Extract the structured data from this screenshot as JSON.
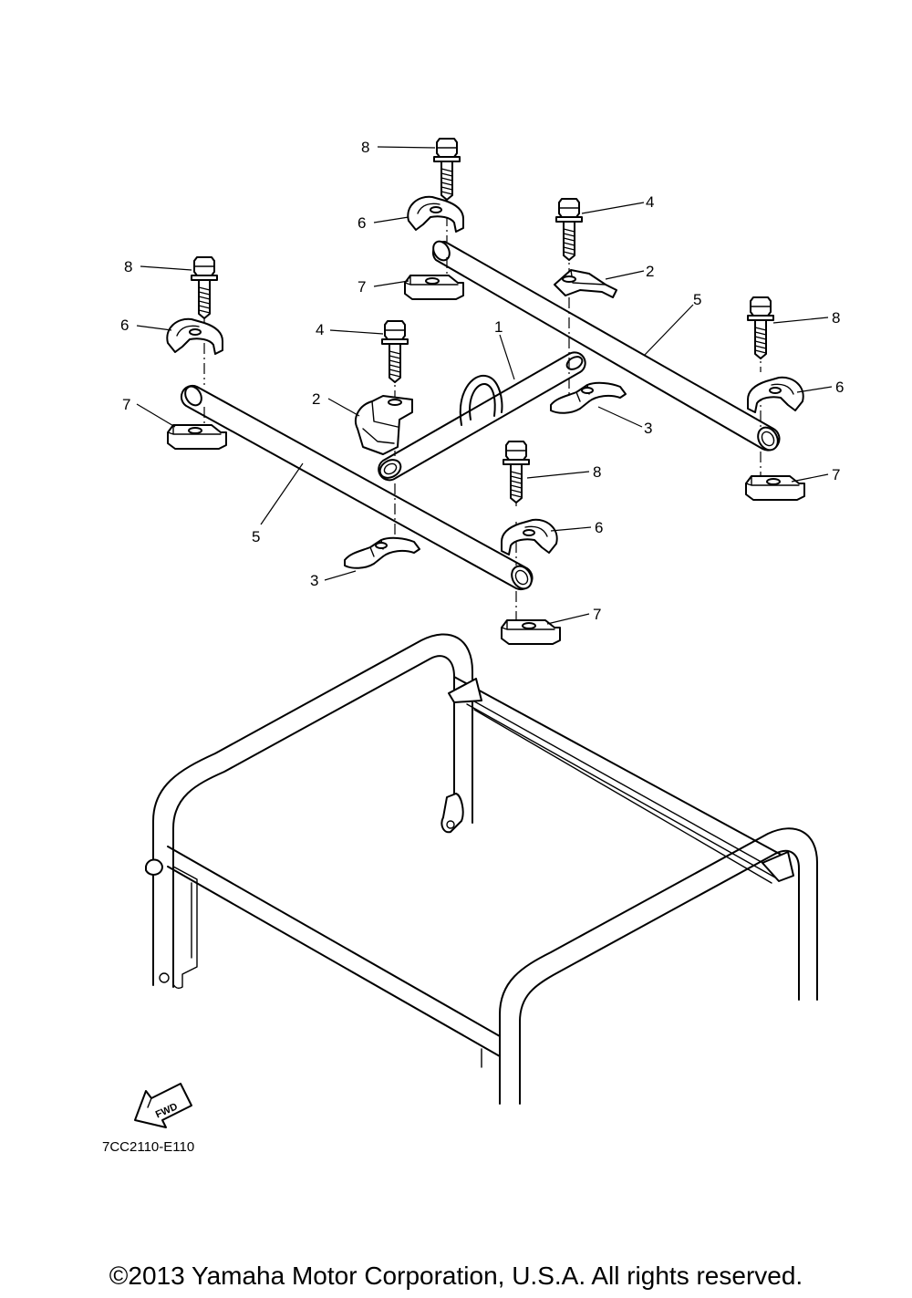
{
  "diagram": {
    "code": "7CC2110-E110",
    "fwd_label": "FWD",
    "copyright": "©2013 Yamaha Motor Corporation, U.S.A. All rights reserved."
  },
  "callouts": [
    "8",
    "6",
    "4",
    "2",
    "7",
    "5",
    "8",
    "6",
    "4",
    "1",
    "2",
    "8",
    "6",
    "7",
    "3",
    "7",
    "5",
    "8",
    "6",
    "3",
    "7"
  ],
  "parts": [
    {
      "ref": "1",
      "icon": "bar-with-handle"
    },
    {
      "ref": "2",
      "icon": "clamp-bracket"
    },
    {
      "ref": "3",
      "icon": "lower-bracket"
    },
    {
      "ref": "4",
      "icon": "flange-bolt"
    },
    {
      "ref": "5",
      "icon": "cross-bar"
    },
    {
      "ref": "6",
      "icon": "holder-clamp"
    },
    {
      "ref": "7",
      "icon": "spacer-plate"
    },
    {
      "ref": "8",
      "icon": "bolt"
    }
  ]
}
